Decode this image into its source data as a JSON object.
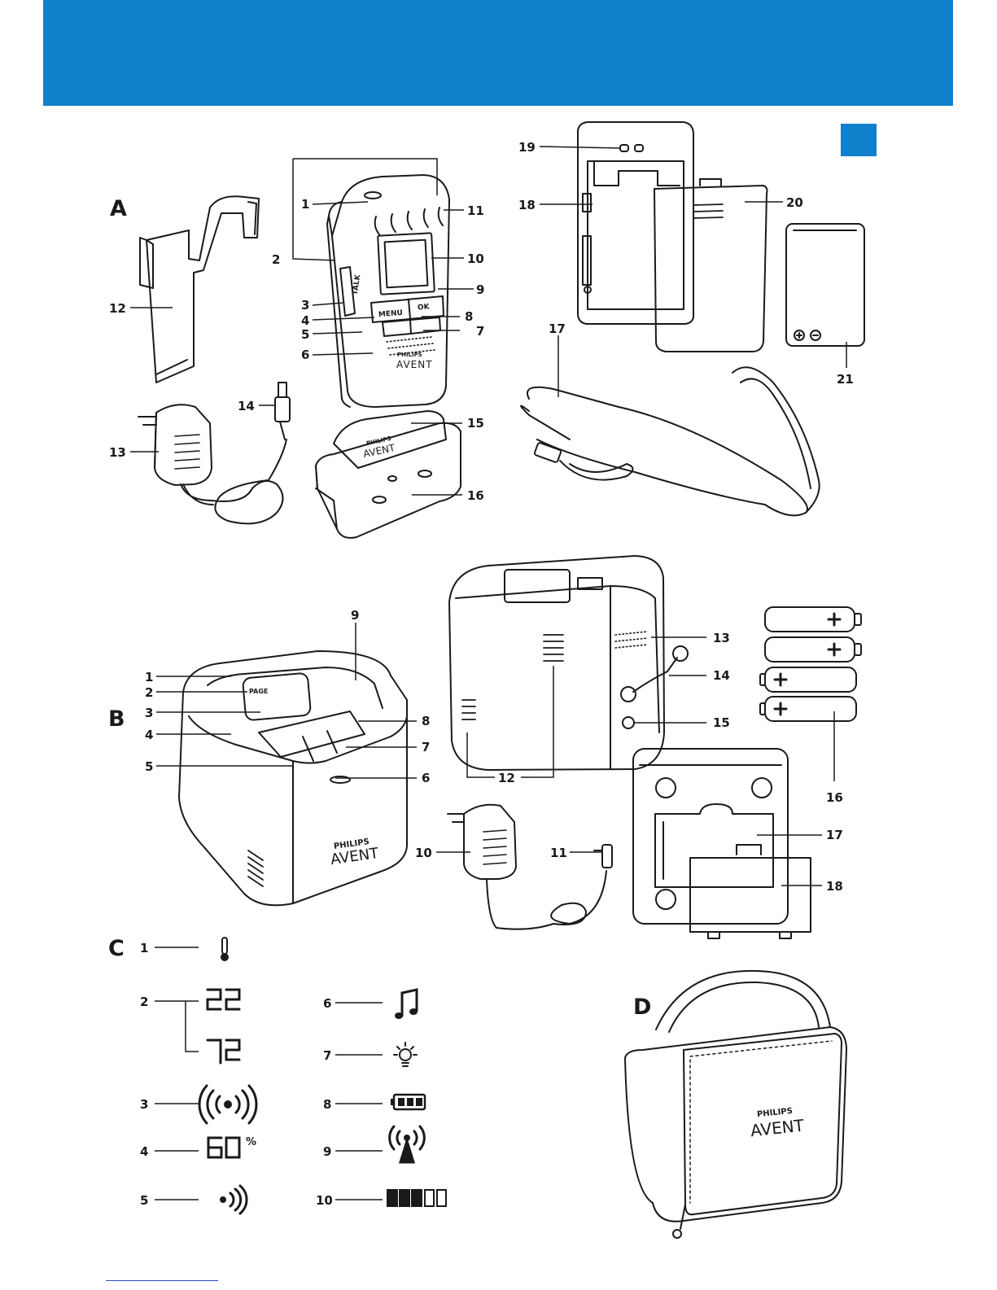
{
  "colors": {
    "banner": "#1080cc",
    "accent_box": "#1080cc",
    "ink": "#1a1a1a"
  },
  "sections": {
    "a": "A",
    "b": "B",
    "c": "C",
    "d": "D"
  },
  "brand": {
    "name": "PHILIPS",
    "logo": "AVENT"
  },
  "device_labels": {
    "talk": "TALK",
    "menu": "MENU",
    "ok": "OK",
    "page": "PAGE"
  },
  "display": {
    "temp_c": "22",
    "temp_f": "72",
    "humidity": "60",
    "humidity_unit": "%"
  },
  "callouts": {
    "a": [
      "1",
      "2",
      "3",
      "4",
      "5",
      "6",
      "7",
      "8",
      "9",
      "10",
      "11",
      "12",
      "13",
      "14",
      "15",
      "16",
      "17",
      "18",
      "19",
      "20",
      "21"
    ],
    "b": [
      "1",
      "2",
      "3",
      "4",
      "5",
      "6",
      "7",
      "8",
      "9",
      "10",
      "11",
      "12",
      "13",
      "14",
      "15",
      "16",
      "17",
      "18"
    ],
    "c": [
      "1",
      "2",
      "3",
      "4",
      "5",
      "6",
      "7",
      "8",
      "9",
      "10"
    ]
  },
  "icons": {
    "c1": "thermometer-icon",
    "c3": "full-signal-icon",
    "c5": "sound-level-icon",
    "c6": "lullaby-icon",
    "c7": "night-light-icon",
    "c8": "battery-icon",
    "c9": "link-signal-icon",
    "c10": "level-bar-icon"
  }
}
